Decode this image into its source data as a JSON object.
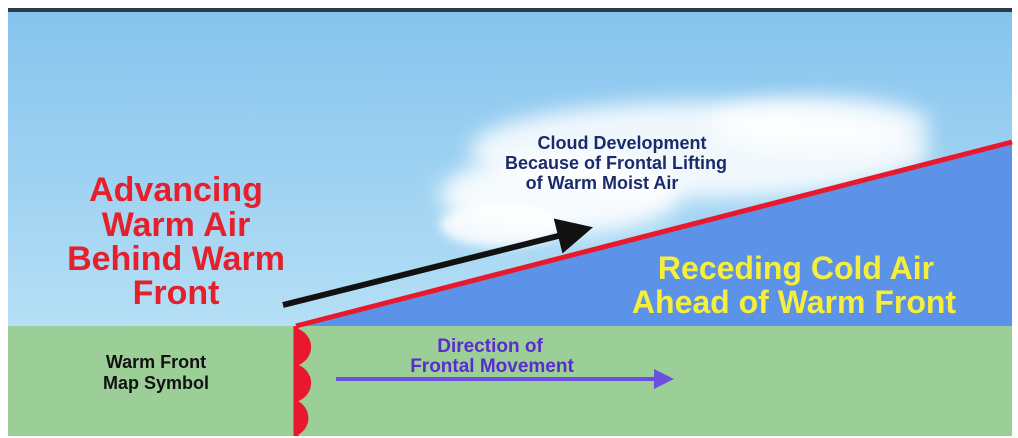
{
  "labels": {
    "cloud_line1": "Cloud Development",
    "cloud_line2": "Because of Frontal Lifting",
    "cloud_line3": "of  Warm Moist Air",
    "warm_line1": "Advancing",
    "warm_line2": "Warm Air",
    "warm_line3": "Behind Warm",
    "warm_line4": "Front",
    "cold_line1": "Receding Cold Air",
    "cold_line2": "Ahead of Warm Front",
    "symbol_line1": "Warm Front",
    "symbol_line2": "Map Symbol",
    "direction_line1": "Direction of",
    "direction_line2": "Frontal Movement"
  },
  "colors": {
    "sky": "#a9d8f4",
    "sky_top": "#8cc8ef",
    "ground": "#9ccf98",
    "cold_air": "#5c93e8",
    "front_line": "#e8192c",
    "warm_text": "#e4202c",
    "cold_text": "#f5ee3a",
    "cloud_text": "#1a2a6c",
    "direction_text": "#5a2bd0",
    "symbol_text": "#111111",
    "arrow_black": "#111111",
    "arrow_blue": "#6a4fe0",
    "frame": "#2b3b4a"
  }
}
